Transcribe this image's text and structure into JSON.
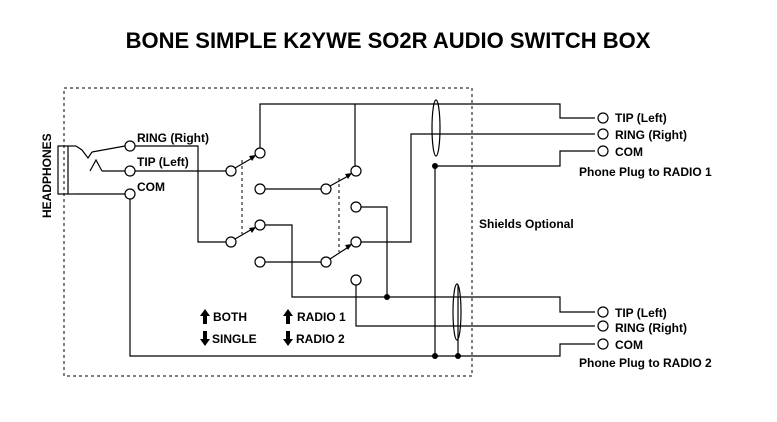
{
  "title": "BONE SIMPLE K2YWE SO2R AUDIO SWITCH BOX",
  "headphones": {
    "label": "HEADPHONES",
    "ring": "RING (Right)",
    "tip": "TIP (Left)",
    "com": "COM"
  },
  "radio1": {
    "tip": "TIP (Left)",
    "ring": "RING (Right)",
    "com": "COM",
    "caption": "Phone Plug  to RADIO 1"
  },
  "radio2": {
    "tip": "TIP (Left)",
    "ring": "RING (Right)",
    "com": "COM",
    "caption": "Phone Plug  to RADIO 2"
  },
  "shields": "Shields Optional",
  "legend": {
    "both": "BOTH",
    "single": "SINGLE",
    "radio1": "RADIO 1",
    "radio2": "RADIO 2"
  }
}
